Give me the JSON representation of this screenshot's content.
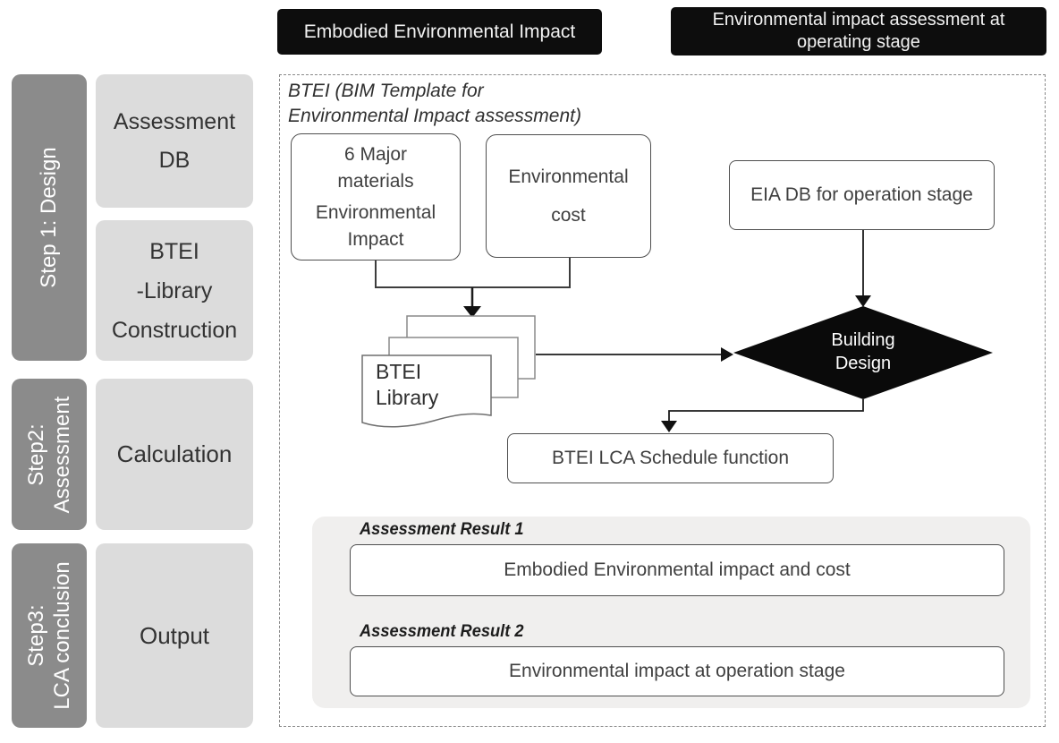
{
  "headers": {
    "embodied": "Embodied Environmental Impact",
    "operating": "Environmental impact assessment at\noperating stage"
  },
  "sidebar": {
    "steps": [
      {
        "label": "Step 1: Design",
        "boxes": [
          "Assessment\nDB",
          "BTEI\n-Library\nConstruction"
        ]
      },
      {
        "label": "Step2:\nAssessment",
        "boxes": [
          "Calculation"
        ]
      },
      {
        "label": "Step3:\nLCA conclusion",
        "boxes": [
          "Output"
        ]
      }
    ]
  },
  "flow": {
    "caption": "BTEI (BIM Template for\nEnvironmental Impact assessment)",
    "materials": {
      "top": "6 Major\nmaterials",
      "bottom": "Environmental\nImpact"
    },
    "cost": "Environmental\ncost",
    "eia_db": "EIA DB for operation stage",
    "library": "BTEI\nLibrary",
    "diamond": "Building\nDesign",
    "schedule": "BTEI LCA Schedule function"
  },
  "results": {
    "title1": "Assessment Result 1",
    "box1": "Embodied Environmental impact and cost",
    "title2": "Assessment Result 2",
    "box2": "Environmental impact at operation stage"
  },
  "colors": {
    "header_bg": "#0d0d0d",
    "header_text": "#f2f2f2",
    "step_bar_bg": "#8b8b8b",
    "step_box_bg": "#dcdcdc",
    "panel_bg": "#f0efee",
    "diamond_fill": "#0a0a0a",
    "box_border": "#4f4f4f",
    "connector": "#222222"
  }
}
